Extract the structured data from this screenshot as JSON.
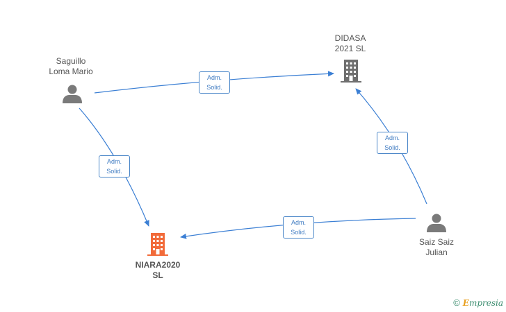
{
  "nodes": {
    "saguillo": {
      "label": "Saguillo\nLoma Mario",
      "kind": "person"
    },
    "didasa": {
      "label": "DIDASA\n2021  SL",
      "kind": "company"
    },
    "niara": {
      "label": "NIARA2020\nSL",
      "kind": "company-highlight"
    },
    "saiz": {
      "label": "Saiz Saiz\nJulian",
      "kind": "person"
    }
  },
  "edges": [
    {
      "from": "saguillo",
      "to": "didasa",
      "label_line1": "Adm.",
      "label_line2": "Solid."
    },
    {
      "from": "saguillo",
      "to": "niara",
      "label_line1": "Adm.",
      "label_line2": "Solid."
    },
    {
      "from": "saiz",
      "to": "didasa",
      "label_line1": "Adm.",
      "label_line2": "Solid."
    },
    {
      "from": "saiz",
      "to": "niara",
      "label_line1": "Adm.",
      "label_line2": "Solid."
    }
  ],
  "colors": {
    "edge": "#3b7fd4",
    "person_icon": "#7a7a7a",
    "company_icon": "#6f6f6f",
    "highlight_icon": "#f26b3a"
  },
  "footer": {
    "copyright": "©",
    "brand_initial": "E",
    "brand_rest": "mpresia"
  }
}
